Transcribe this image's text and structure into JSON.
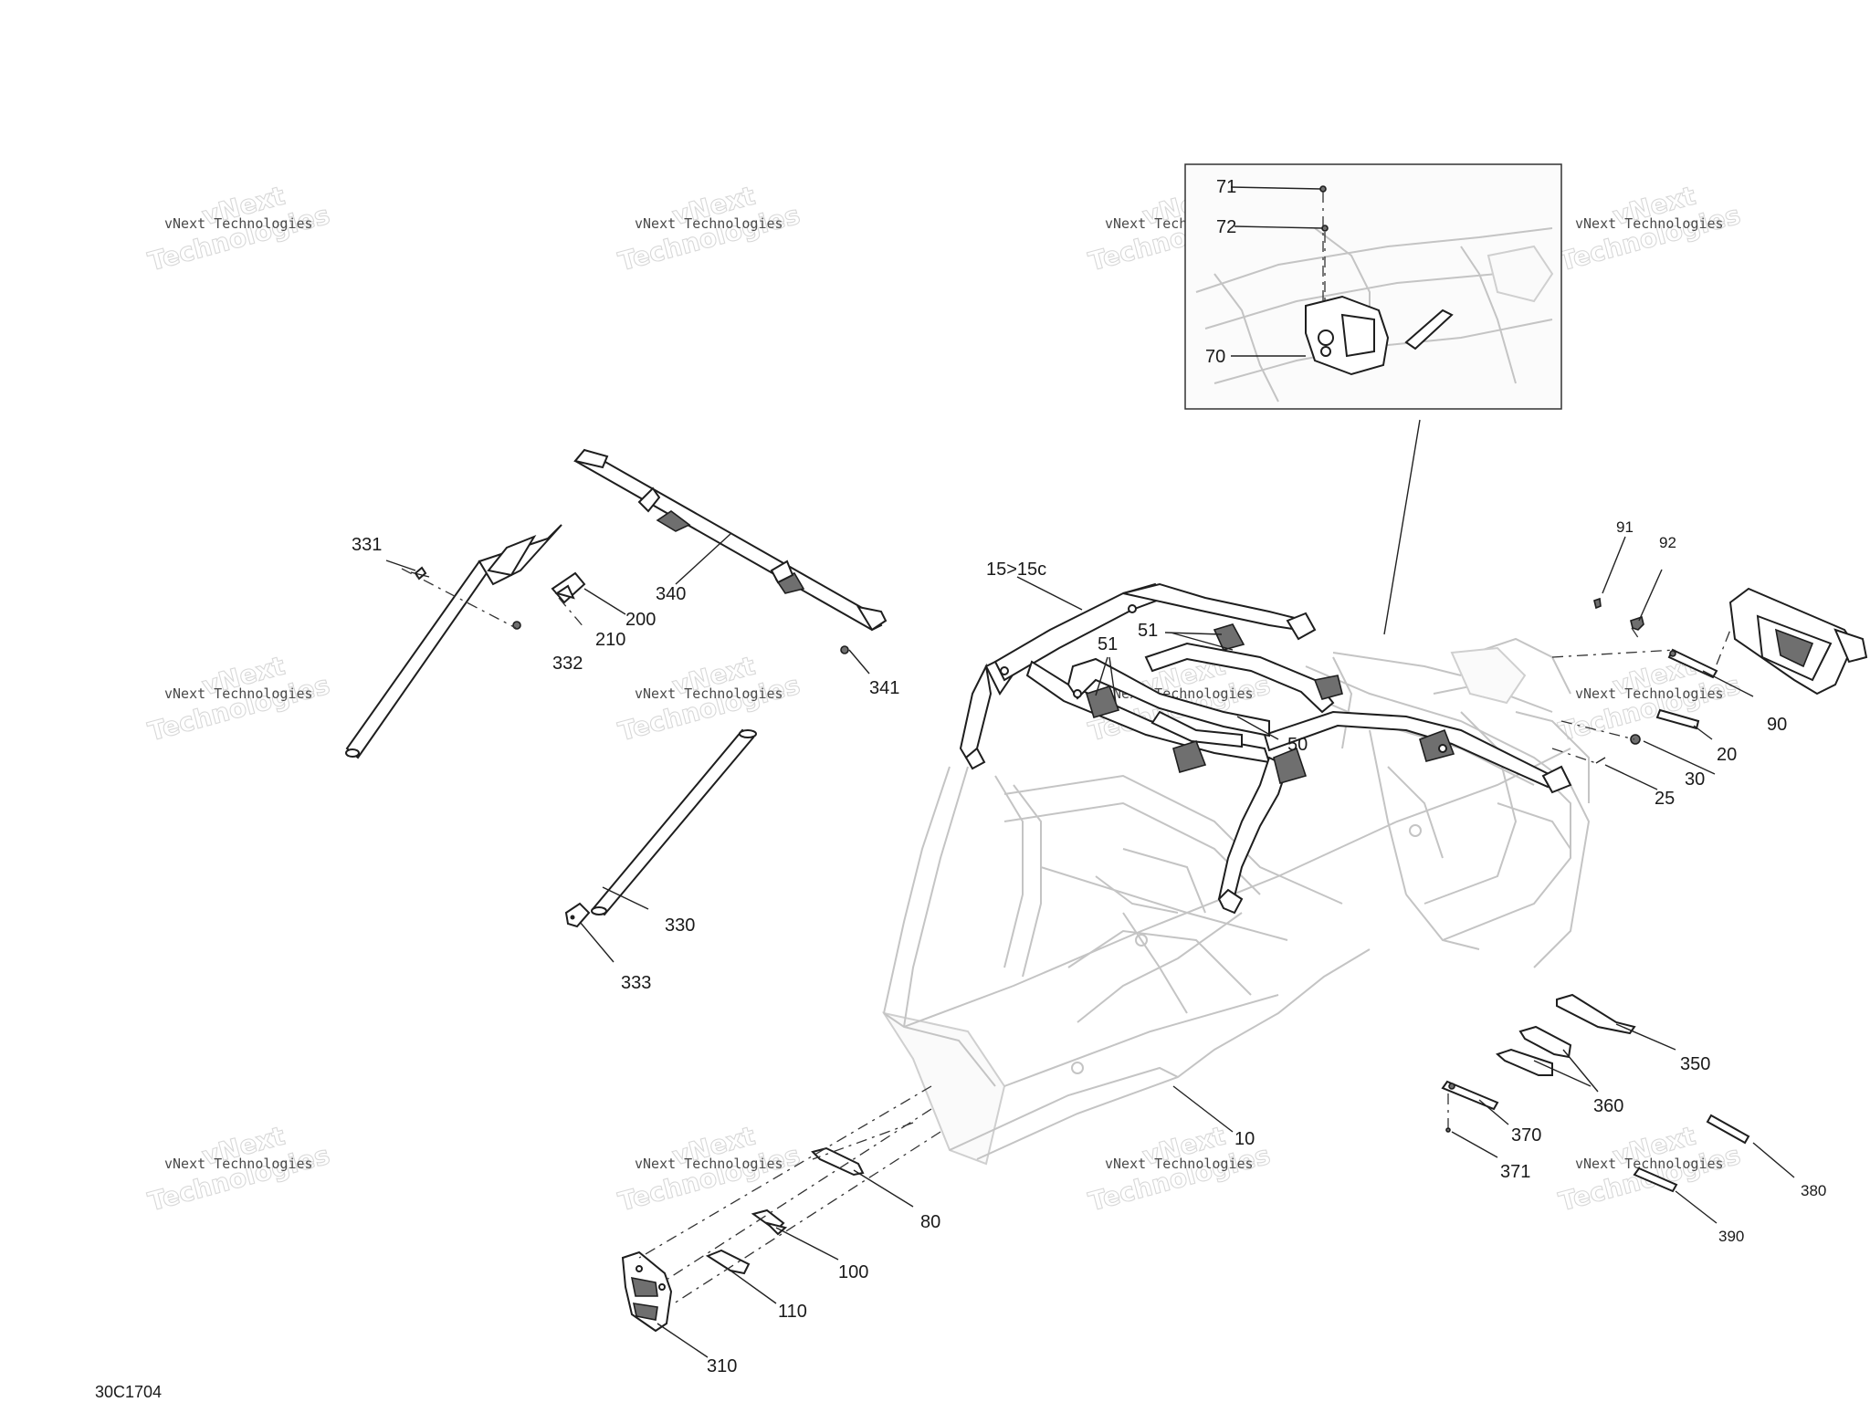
{
  "watermark": {
    "line1": "vNext Technologies",
    "line2": "vNext",
    "line3": "Technologies"
  },
  "reference_code": "30C1704",
  "callouts": {
    "c10": "10",
    "c15": "15>15c",
    "c20": "20",
    "c25": "25",
    "c30": "30",
    "c50": "50",
    "c51a": "51",
    "c51b": "51",
    "c70": "70",
    "c71": "71",
    "c72": "72",
    "c80": "80",
    "c90": "90",
    "c91": "91",
    "c92": "92",
    "c100": "100",
    "c110": "110",
    "c200": "200",
    "c210": "210",
    "c310": "310",
    "c330": "330",
    "c331": "331",
    "c332": "332",
    "c333": "333",
    "c340": "340",
    "c341": "341",
    "c350": "350",
    "c360": "360",
    "c370": "370",
    "c371": "371",
    "c380": "380",
    "c390": "390"
  }
}
